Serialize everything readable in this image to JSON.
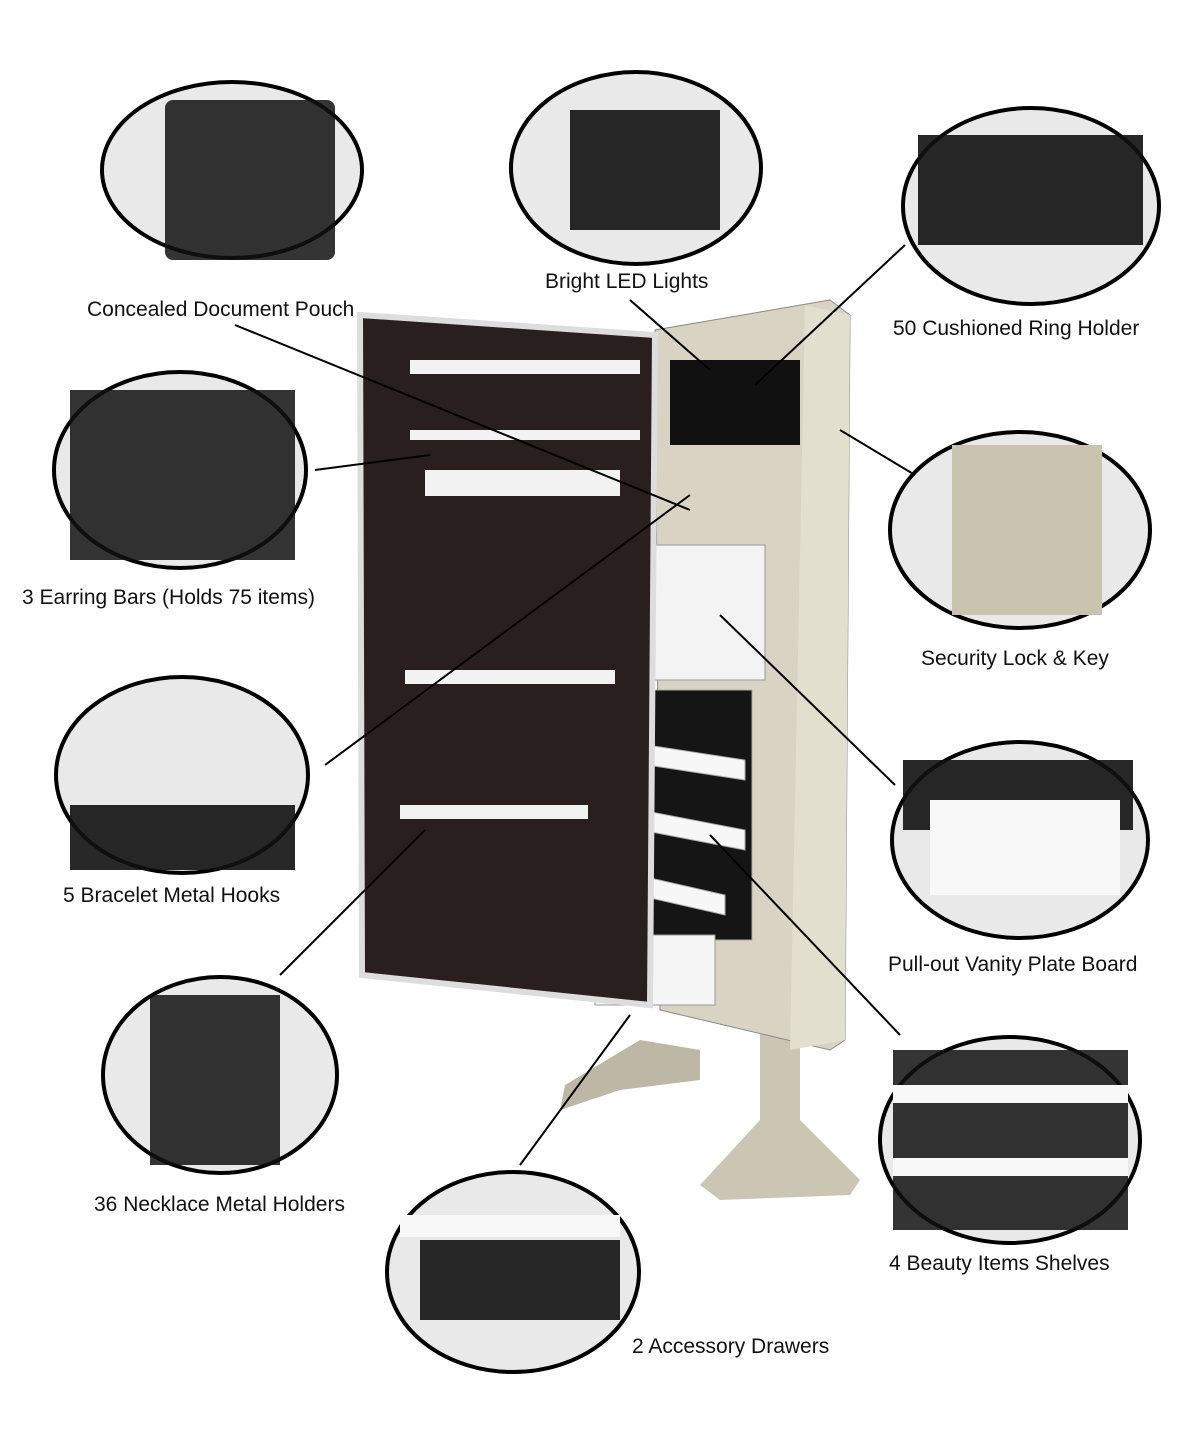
{
  "features": [
    {
      "id": "document-pouch",
      "label": "Concealed Document Pouch"
    },
    {
      "id": "led-lights",
      "label": "Bright LED Lights"
    },
    {
      "id": "ring-holder",
      "label": "50 Cushioned Ring Holder"
    },
    {
      "id": "earring-bars",
      "label": "3 Earring Bars (Holds 75 items)"
    },
    {
      "id": "security-lock",
      "label": "Security Lock & Key"
    },
    {
      "id": "bracelet-hooks",
      "label": "5 Bracelet Metal Hooks"
    },
    {
      "id": "vanity-plate",
      "label": "Pull-out Vanity Plate Board"
    },
    {
      "id": "necklace-holders",
      "label": "36 Necklace Metal Holders"
    },
    {
      "id": "beauty-shelves",
      "label": "4 Beauty Items Shelves"
    },
    {
      "id": "accessory-drawers",
      "label": "2 Accessory Drawers"
    }
  ],
  "colors": {
    "outline": "#000000",
    "panel": "#1a1414",
    "cabinet": "#cfcab8",
    "shelf": "#f4f4f4"
  }
}
